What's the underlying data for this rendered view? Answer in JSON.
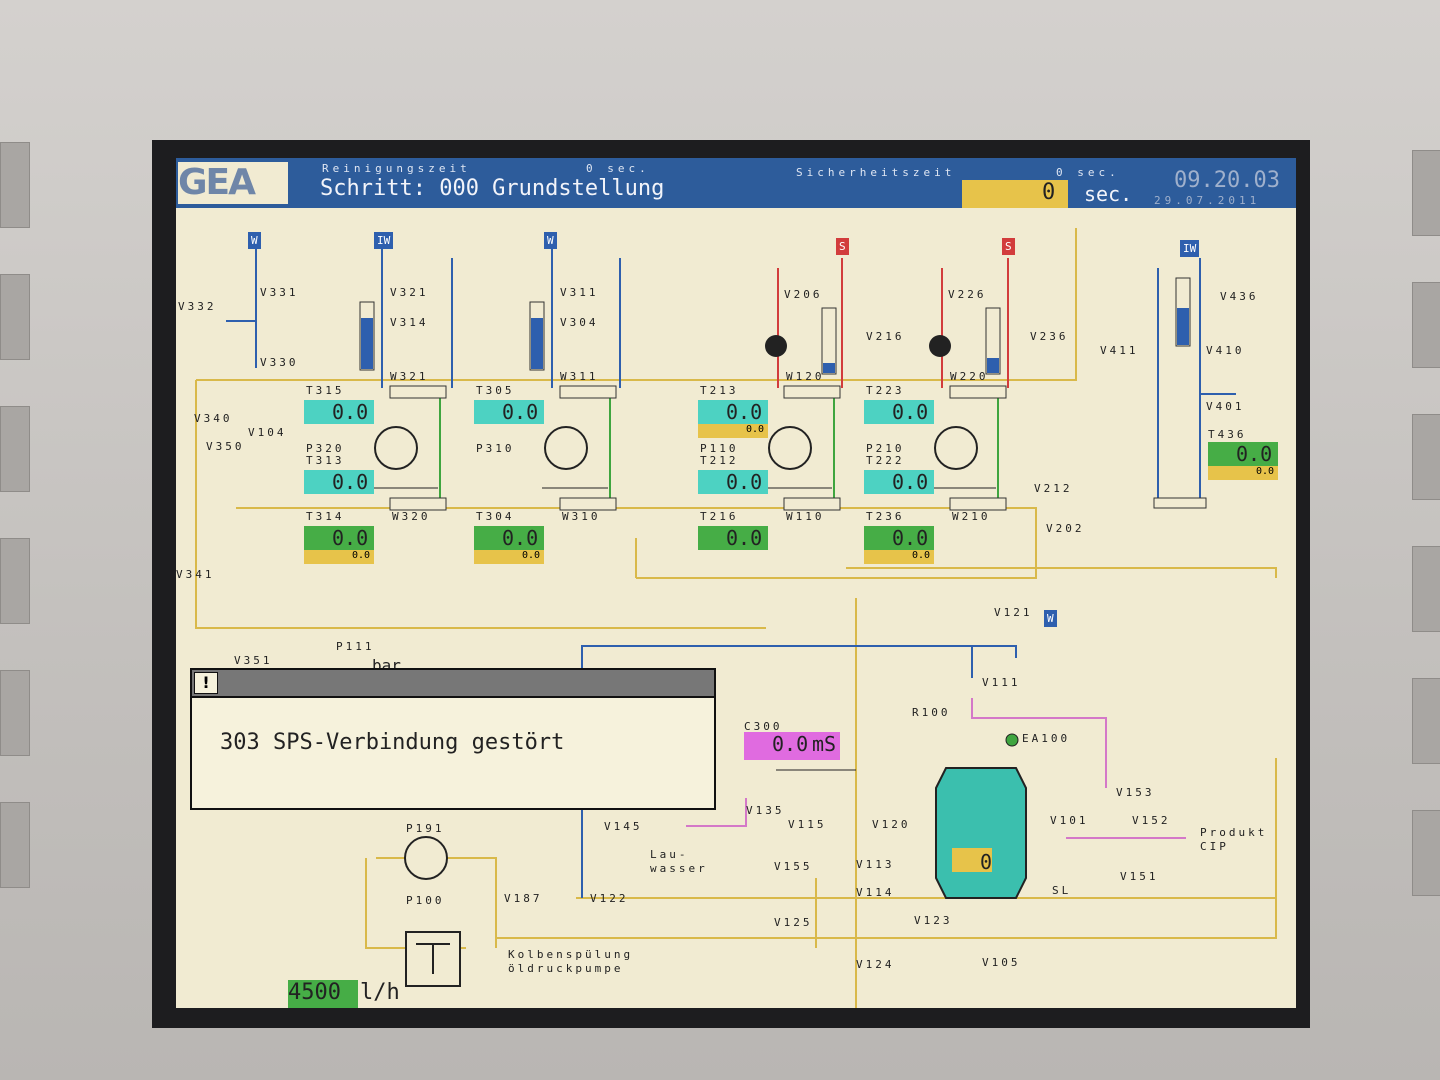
{
  "header": {
    "logo": "GEA",
    "cleaning_time_label": "Reinigungszeit",
    "cleaning_time_value": "0 sec.",
    "step_text": "Schritt: 000 Grundstellung",
    "safety_time_label": "Sicherheitszeit",
    "safety_time_value": "0 sec.",
    "counter_value": "0",
    "sec_label": "sec.",
    "clock": "09.20.03",
    "date": "29.07.2011"
  },
  "alarm_dialog": {
    "icon": "!",
    "message": "303 SPS-Verbindung gestört"
  },
  "sensors": {
    "T315": "0.0",
    "T313": "0.0",
    "T314": "0.0",
    "T314_sub": "0.0",
    "T305": "0.0",
    "T304": "0.0",
    "T304_sub": "0.0",
    "T213": "0.0",
    "T213_sub": "0.0",
    "T212": "0.0",
    "T216": "0.0",
    "T223": "0.0",
    "T222": "0.0",
    "T236": "0.0",
    "T236_sub": "0.0",
    "T436": "0.0",
    "T436_sub": "0.0",
    "P111_unit": "bar",
    "C300": "0.0",
    "C300_unit": "mS",
    "tank_level": "0",
    "flow_value": "4500",
    "flow_unit": "l/h"
  },
  "labels": {
    "W": "W",
    "IW": "IW",
    "S": "S",
    "V332": "V332",
    "V331": "V331",
    "V330": "V330",
    "V321": "V321",
    "V314": "V314",
    "W321": "W321",
    "V311": "V311",
    "V304": "V304",
    "W311": "W311",
    "V206": "V206",
    "V216": "V216",
    "W120": "W120",
    "V226": "V226",
    "V236": "V236",
    "W220": "W220",
    "V411": "V411",
    "V436": "V436",
    "V410": "V410",
    "V401": "V401",
    "T315": "T315",
    "T305": "T305",
    "T213": "T213",
    "T223": "T223",
    "T436": "T436",
    "V340": "V340",
    "V104": "V104",
    "V350": "V350",
    "P320": "P320",
    "T313": "T313",
    "P310": "P310",
    "P110": "P110",
    "T212": "T212",
    "P210": "P210",
    "T222": "T222",
    "T314": "T314",
    "W320": "W320",
    "T304": "T304",
    "W310": "W310",
    "T216": "T216",
    "W110": "W110",
    "T236": "T236",
    "W210": "W210",
    "V212": "V212",
    "V202": "V202",
    "V341": "V341",
    "V351": "V351",
    "P111": "P111",
    "V121": "V121",
    "V111": "V111",
    "C300": "C300",
    "R100": "R100",
    "EA100": "EA100",
    "V153": "V153",
    "P191": "P191",
    "P100": "P100",
    "V145": "V145",
    "Lauwasser1": "Lau-",
    "Lauwasser2": "wasser",
    "V135": "V135",
    "V115": "V115",
    "V120": "V120",
    "V101": "V101",
    "V152": "V152",
    "Produkt": "Produkt",
    "CIP": "CIP",
    "V155": "V155",
    "V113": "V113",
    "V114": "V114",
    "SL": "SL",
    "V151": "V151",
    "V187": "V187",
    "V122": "V122",
    "V125": "V125",
    "V123": "V123",
    "V124": "V124",
    "V105": "V105",
    "Kolben1": "Kolbenspülung",
    "Kolben2": "öldruckpumpe",
    "T_sym": "T"
  },
  "colors": {
    "water": "#2e5fae",
    "steam": "#d23c3c",
    "cyan_field": "#4dd2c2",
    "green_field": "#46ad46",
    "yellow_field": "#e7c34a",
    "product": "#d478c8",
    "tank": "#3bbfae"
  }
}
